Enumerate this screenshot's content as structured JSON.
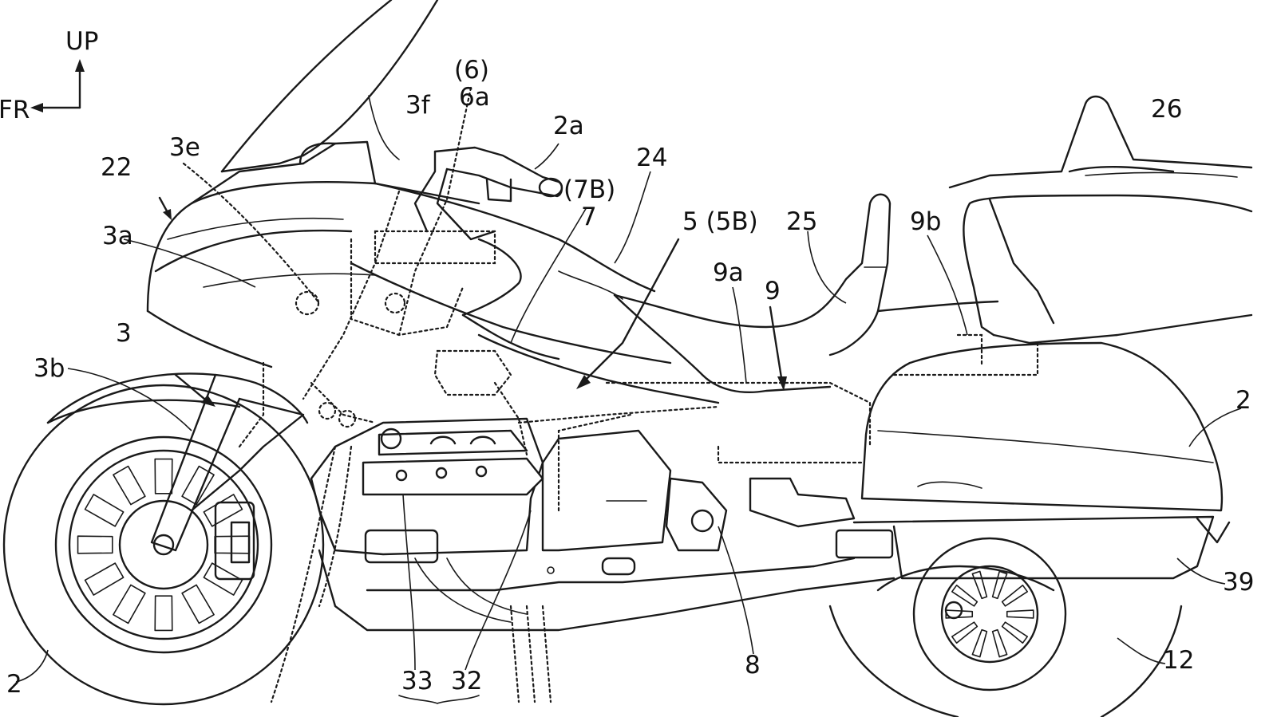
{
  "orientation": {
    "up_label": "UP",
    "front_label": "FR"
  },
  "labels": {
    "l_6": "(6)",
    "l_6a": "6a",
    "l_3f": "3f",
    "l_2a": "2a",
    "l_7B": "(7B)",
    "l_7": "7",
    "l_24": "24",
    "l_26": "26",
    "l_3e": "3e",
    "l_22": "22",
    "l_3a": "3a",
    "l_5_5B": "5 (5B)",
    "l_25": "25",
    "l_9b": "9b",
    "l_9a": "9a",
    "l_9": "9",
    "l_3": "3",
    "l_3b": "3b",
    "l_2_rear": "2",
    "l_39": "39",
    "l_2_front": "2",
    "l_33": "33",
    "l_32": "32",
    "l_8": "8",
    "l_12": "12"
  },
  "colors": {
    "line": "#1a1a1a",
    "background": "#ffffff"
  }
}
